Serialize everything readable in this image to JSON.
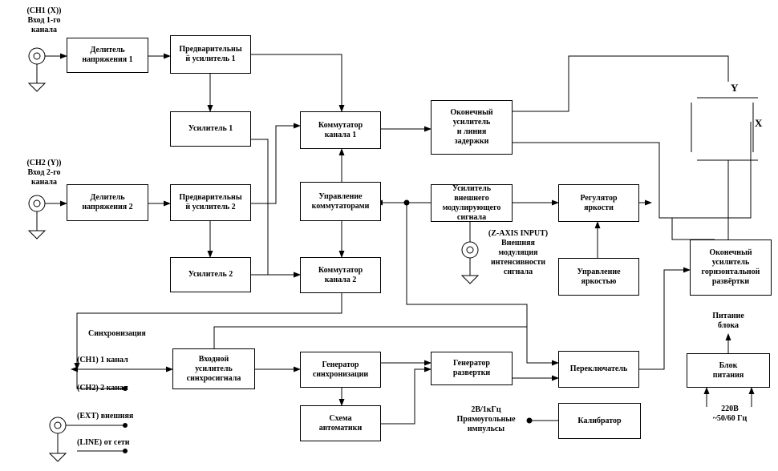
{
  "inputs": {
    "ch1": "(CH1  (X))\nВход  1-го\nканала",
    "ch2": "(CH2  (Y))\nВход  2-го\nканала"
  },
  "blocks": {
    "div1": "Делитель\nнапряжения 1",
    "pre1": "Предварительны\nй усилитель  1",
    "amp1": "Усилитель  1",
    "comm1": "Коммутатор\nканала  1",
    "final_amp": "Оконечный\nусилитель\nи линия\nзадержки",
    "div2": "Делитель\nнапряжения 2",
    "pre2": "Предварительны\nй усилитель  2",
    "ctrl_comm": "Управление\nкоммутаторами",
    "z_amp": "Усилитель\nвнешнего\nмодулирующего\nсигнала",
    "brightness_reg": "Регулятор\nяркости",
    "amp2": "Усилитель  2",
    "comm2": "Коммутатор\nканала  2",
    "brightness_ctrl": "Управление\nяркостью",
    "horiz_amp": "Оконечный\nусилитель\nгоризонтальной\nразвёртки",
    "input_sync_amp": "Входной\nусилитель\nсинхросигнала",
    "sync_gen": "Генератор\nсинхронизации",
    "sweep_gen": "Генератор\nразвертки",
    "switch": "Переключатель",
    "auto": "Схема\nавтоматики",
    "calibrator": "Калибратор",
    "psu": "Блок\nпитания"
  },
  "labels": {
    "z_input": "(Z-AXIS INPUT)\nВнешняя\nмодуляция\nинтенсивности\nсигнала",
    "sync": "Синхронизация",
    "sync_ch1": "(CH1)  1 канал",
    "sync_ch2": "(CH2)  2 канал",
    "sync_ext": "(EXT)  внешняя",
    "sync_line": "(LINE)   от сети",
    "cal_signal": "2В/1кГц\nПрямоугольные\nимпульсы",
    "power_out": "Питание\nблока",
    "mains": "220В\n~50/60  Гц",
    "axis_y": "Y",
    "axis_x": "X"
  }
}
